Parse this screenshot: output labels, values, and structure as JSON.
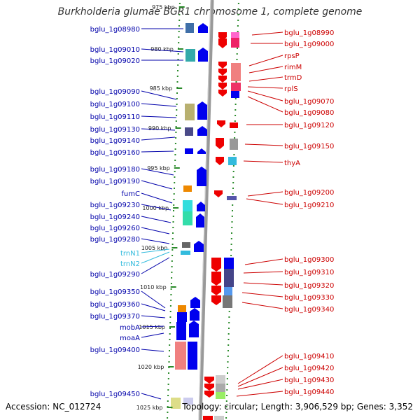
{
  "title": "Burkholderia glumae BGR1 chromosome 1, complete genome",
  "footer": {
    "accession": "Accession: NC_012724",
    "topology": "Topology: circular; Length: 3,906,529 bp; Genes: 3,352"
  },
  "kbp_marks": [
    {
      "label": "975 kbp",
      "pos": 975
    },
    {
      "label": "980 kbp",
      "pos": 980
    },
    {
      "label": "985 kbp",
      "pos": 985
    },
    {
      "label": "990 kbp",
      "pos": 990
    },
    {
      "label": "995 kbp",
      "pos": 995
    },
    {
      "label": "1000 kbp",
      "pos": 1000
    },
    {
      "label": "1005 kbp",
      "pos": 1005
    },
    {
      "label": "1010 kbp",
      "pos": 1010
    },
    {
      "label": "1015 kbp",
      "pos": 1015
    },
    {
      "label": "1020 kbp",
      "pos": 1020
    },
    {
      "label": "1025 kbp",
      "pos": 1025
    }
  ],
  "left_labels": [
    {
      "text": "bglu_1g08980",
      "color": "#0000aa"
    },
    {
      "text": "bglu_1g09010",
      "color": "#0000aa"
    },
    {
      "text": "bglu_1g09020",
      "color": "#0000aa"
    },
    {
      "text": "bglu_1g09090",
      "color": "#0000aa"
    },
    {
      "text": "bglu_1g09100",
      "color": "#0000aa"
    },
    {
      "text": "bglu_1g09110",
      "color": "#0000aa"
    },
    {
      "text": "bglu_1g09130",
      "color": "#0000aa"
    },
    {
      "text": "bglu_1g09140",
      "color": "#0000aa"
    },
    {
      "text": "bglu_1g09160",
      "color": "#0000aa"
    },
    {
      "text": "bglu_1g09180",
      "color": "#0000aa"
    },
    {
      "text": "bglu_1g09190",
      "color": "#0000aa"
    },
    {
      "text": "fumC",
      "color": "#0000aa"
    },
    {
      "text": "bglu_1g09230",
      "color": "#0000aa"
    },
    {
      "text": "bglu_1g09240",
      "color": "#0000aa"
    },
    {
      "text": "bglu_1g09260",
      "color": "#0000aa"
    },
    {
      "text": "bglu_1g09280",
      "color": "#0000aa"
    },
    {
      "text": "trnN1",
      "color": "#33bbdd"
    },
    {
      "text": "trnN2",
      "color": "#33bbdd"
    },
    {
      "text": "bglu_1g09290",
      "color": "#0000aa"
    },
    {
      "text": "bglu_1g09350",
      "color": "#0000aa"
    },
    {
      "text": "bglu_1g09360",
      "color": "#0000aa"
    },
    {
      "text": "bglu_1g09370",
      "color": "#0000aa"
    },
    {
      "text": "mobA",
      "color": "#0000aa"
    },
    {
      "text": "moaA",
      "color": "#0000aa"
    },
    {
      "text": "bglu_1g09400",
      "color": "#0000aa"
    },
    {
      "text": "bglu_1g09450",
      "color": "#0000aa"
    }
  ],
  "right_labels": [
    {
      "text": "bglu_1g08990",
      "color": "#cc0000"
    },
    {
      "text": "bglu_1g09000",
      "color": "#cc0000"
    },
    {
      "text": "rpsP",
      "color": "#cc0000"
    },
    {
      "text": "rimM",
      "color": "#cc0000"
    },
    {
      "text": "trmD",
      "color": "#cc0000"
    },
    {
      "text": "rplS",
      "color": "#cc0000"
    },
    {
      "text": "bglu_1g09070",
      "color": "#cc0000"
    },
    {
      "text": "bglu_1g09080",
      "color": "#cc0000"
    },
    {
      "text": "bglu_1g09120",
      "color": "#cc0000"
    },
    {
      "text": "bglu_1g09150",
      "color": "#cc0000"
    },
    {
      "text": "thyA",
      "color": "#cc0000"
    },
    {
      "text": "bglu_1g09200",
      "color": "#cc0000"
    },
    {
      "text": "bglu_1g09210",
      "color": "#cc0000"
    },
    {
      "text": "bglu_1g09300",
      "color": "#cc0000"
    },
    {
      "text": "bglu_1g09310",
      "color": "#cc0000"
    },
    {
      "text": "bglu_1g09320",
      "color": "#cc0000"
    },
    {
      "text": "bglu_1g09330",
      "color": "#cc0000"
    },
    {
      "text": "bglu_1g09340",
      "color": "#cc0000"
    },
    {
      "text": "bglu_1g09410",
      "color": "#cc0000"
    },
    {
      "text": "bglu_1g09420",
      "color": "#cc0000"
    },
    {
      "text": "bglu_1g09430",
      "color": "#cc0000"
    },
    {
      "text": "bglu_1g09440",
      "color": "#cc0000"
    }
  ],
  "colors": {
    "forward_strand": "#0000ee",
    "reverse_strand": "#ee0000",
    "backbone": "#999999",
    "tick_dots": "#2a8a2a"
  }
}
